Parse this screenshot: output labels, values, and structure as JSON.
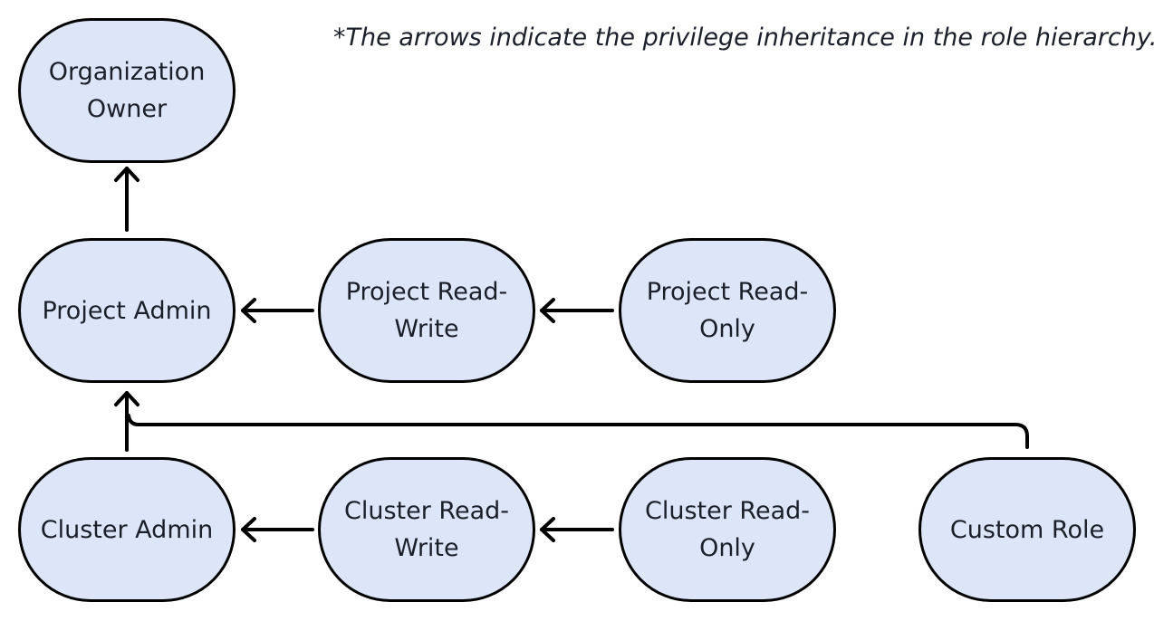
{
  "note": "*The arrows indicate the privilege inheritance in the role hierarchy.",
  "nodes": {
    "organization_owner": "Organization Owner",
    "project_admin": "Project Admin",
    "project_read_write": "Project Read-Write",
    "project_read_only": "Project Read-Only",
    "cluster_admin": "Cluster Admin",
    "cluster_read_write": "Cluster Read-Write",
    "cluster_read_only": "Cluster Read-Only",
    "custom_role": "Custom Role"
  },
  "colors": {
    "node_fill": "#dde6f9",
    "node_border": "#000000",
    "arrow": "#000000",
    "text": "#1b1f2a"
  }
}
